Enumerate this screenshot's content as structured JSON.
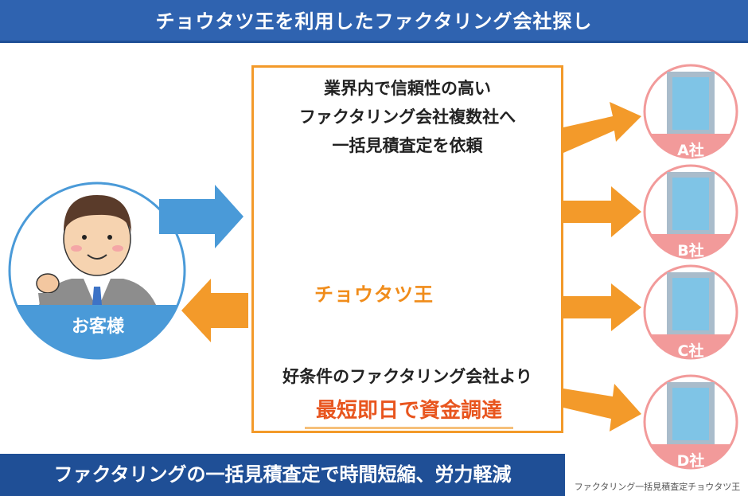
{
  "header": {
    "title": "チョウタツ王を利用したファクタリング会社探し"
  },
  "request": {
    "line1": "業界内で信頼性の高い",
    "line2": "ファクタリング会社複数社へ",
    "line3": "一括見積査定を依頼"
  },
  "brand": {
    "name": "チョウタツ王"
  },
  "result": {
    "line1": "好条件のファクタリング会社より",
    "highlight": "最短即日で資金調達"
  },
  "customer": {
    "label": "お客様"
  },
  "companies": [
    "A社",
    "B社",
    "C社",
    "D社"
  ],
  "footer": {
    "banner": "ファクタリングの一括見積査定で時間短縮、労力軽減",
    "credit": "ファクタリング一括見積査定チョウタツ王"
  },
  "colors": {
    "header_blue": "#2f63b0",
    "banner_navy": "#1f4f96",
    "accent_orange": "#f39a2a",
    "arrow_blue": "#4a9ad8",
    "company_pink": "#f29a9a",
    "highlight_red": "#e8551e"
  }
}
